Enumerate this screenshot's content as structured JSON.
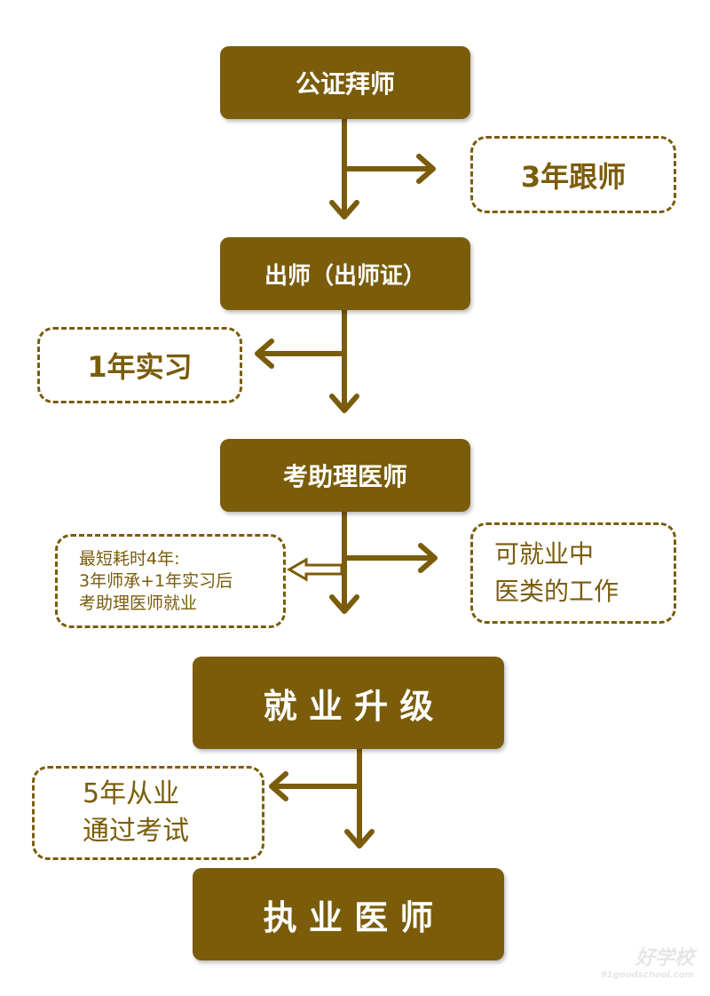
{
  "colors": {
    "primary": "#7a5c0a",
    "text_on_primary": "#ffffff"
  },
  "steps": [
    {
      "label": "公证拜师"
    },
    {
      "label": "出师（出师证）"
    },
    {
      "label": "考助理医师"
    },
    {
      "label": "就 业 升 级"
    },
    {
      "label": "执 业 医 师"
    }
  ],
  "notes": {
    "apprentice": "3年跟师",
    "internship": "1年实习",
    "shortest": [
      "最短耗时4年:",
      "3年师承+1年实习后",
      "考助理医师就业"
    ],
    "employment": [
      "可就业中",
      "医类的工作"
    ],
    "practice": [
      "5年从业",
      "通过考试"
    ]
  },
  "watermark": {
    "text": "好学校",
    "url": "91goodschool.com"
  }
}
